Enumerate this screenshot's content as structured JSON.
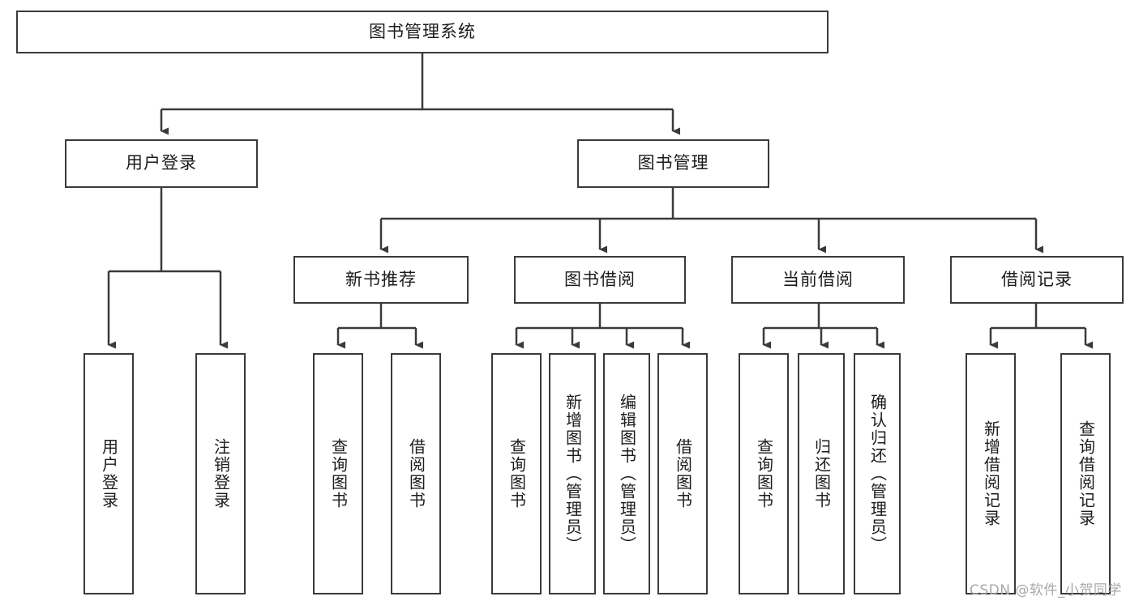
{
  "diagram": {
    "title": "图书管理系统",
    "type": "tree-hierarchy-chart",
    "root": {
      "label": "图书管理系统"
    },
    "level2": [
      {
        "label": "用户登录"
      },
      {
        "label": "图书管理"
      }
    ],
    "level3": [
      {
        "label": "新书推荐"
      },
      {
        "label": "图书借阅"
      },
      {
        "label": "当前借阅"
      },
      {
        "label": "借阅记录"
      }
    ],
    "leaves": {
      "user_login": [
        {
          "label": "用户登录"
        },
        {
          "label": "注销登录"
        }
      ],
      "new_book_recommend": [
        {
          "label": "查询图书"
        },
        {
          "label": "借阅图书"
        }
      ],
      "book_borrow": [
        {
          "label": "查询图书"
        },
        {
          "label": "新增图书（管理员）"
        },
        {
          "label": "编辑图书（管理员）"
        },
        {
          "label": "借阅图书"
        }
      ],
      "current_borrow": [
        {
          "label": "查询图书"
        },
        {
          "label": "归还图书"
        },
        {
          "label": "确认归还（管理员）"
        }
      ],
      "borrow_record": [
        {
          "label": "新增借阅记录"
        },
        {
          "label": "查询借阅记录"
        }
      ]
    }
  },
  "watermark": {
    "text": "CSDN @软件_小贺同学"
  },
  "colors": {
    "border": "#3a3a3a",
    "text": "#1c1c1c",
    "background": "#ffffff",
    "watermark": "#a8a8a8"
  }
}
